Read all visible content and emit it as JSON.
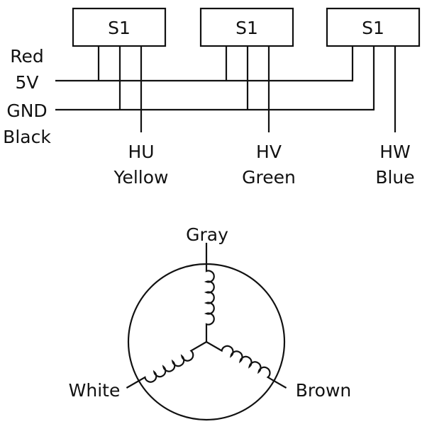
{
  "sensors": [
    {
      "label": "S1",
      "signal": "HU",
      "color": "Yellow"
    },
    {
      "label": "S1",
      "signal": "HV",
      "color": "Green"
    },
    {
      "label": "S1",
      "signal": "HW",
      "color": "Blue"
    }
  ],
  "rails": {
    "vcc_color": "Red",
    "vcc": "5V",
    "gnd": "GND",
    "gnd_color": "Black"
  },
  "motor": {
    "top": "Gray",
    "left": "White",
    "right": "Brown"
  }
}
